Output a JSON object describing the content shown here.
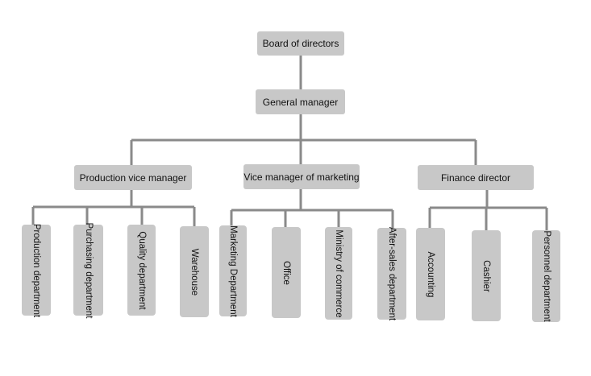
{
  "org_chart": {
    "root": "Board of directors",
    "general_manager": "General manager",
    "managers": [
      {
        "label": "Production vice manager",
        "departments": [
          "Production department",
          "Purchasing department",
          "Quality department",
          "Warehouse"
        ]
      },
      {
        "label": "Vice manager of marketing",
        "departments": [
          "Marketing Department",
          "Office",
          "Ministry of commerce",
          "After-sales department"
        ]
      },
      {
        "label": "Finance director",
        "departments": [
          "Accounting",
          "Cashier",
          "Personnel department"
        ]
      }
    ]
  },
  "colors": {
    "box_fill": "#c8c8c8",
    "connector": "#8a8a8a",
    "background": "#ffffff"
  }
}
